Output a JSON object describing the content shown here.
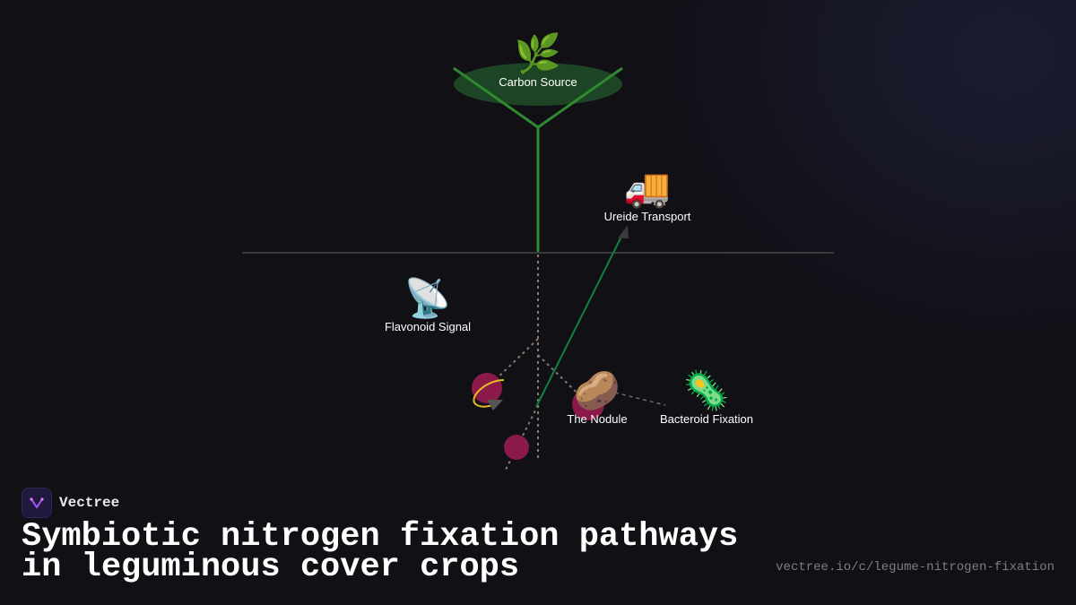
{
  "nodes": {
    "carbon_source": {
      "label": "Carbon Source",
      "icon": "herb-icon",
      "glyph": "🌿"
    },
    "ureide_transport": {
      "label": "Ureide Transport",
      "icon": "delivery-truck-icon",
      "glyph": "🚚"
    },
    "flavonoid_signal": {
      "label": "Flavonoid Signal",
      "icon": "satellite-dish-icon",
      "glyph": "📡"
    },
    "nodule": {
      "label": "The Nodule",
      "icon": "potato-icon",
      "glyph": "🥔"
    },
    "bacteroid_fixation": {
      "label": "Bacteroid Fixation",
      "icon": "microbe-icon",
      "glyph": "🦠"
    }
  },
  "brand": {
    "name": "Vectree",
    "icon": "vectree-logo-icon"
  },
  "title": {
    "line1": "Symbiotic nitrogen fixation pathways",
    "line2": "in leguminous cover crops"
  },
  "url": "vectree.io/c/legume-nitrogen-fixation",
  "colors": {
    "background": "#111015",
    "stem": "#2f8a2f",
    "leaf": "#1f4a26",
    "ground": "#3a3a3f",
    "root": "#8a7870",
    "xylem_arrow": "#15803d",
    "nodule": "#8b1a4a",
    "signal_arrow": "#6b6b70"
  }
}
